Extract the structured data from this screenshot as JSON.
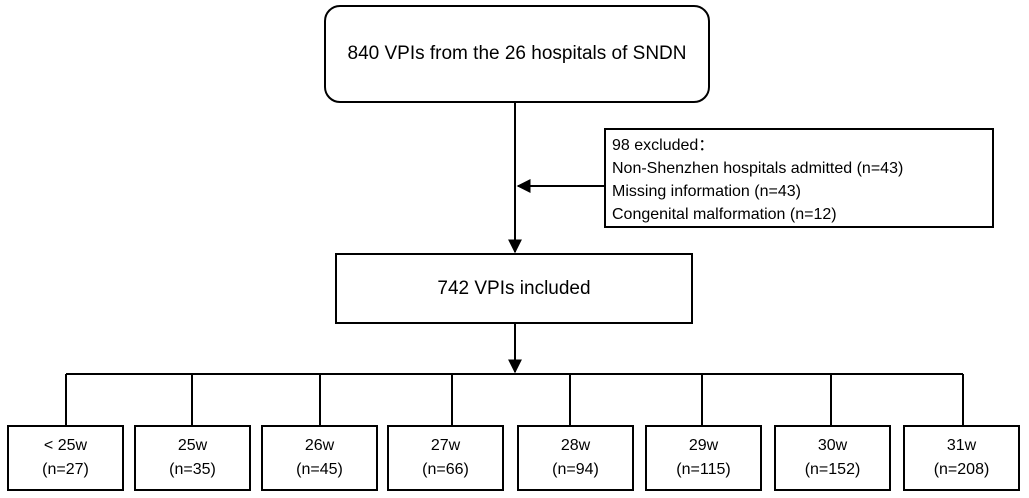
{
  "top_box": {
    "text": "840 VPIs from the 26 hospitals of SNDN"
  },
  "excluded": {
    "title": "98 excluded：",
    "items": [
      "Non-Shenzhen hospitals admitted (n=43)",
      "Missing information (n=43)",
      "Congenital malformation (n=12)"
    ]
  },
  "included_box": {
    "text": "742 VPIs included"
  },
  "groups": [
    {
      "week": "< 25w",
      "n": "(n=27)"
    },
    {
      "week": "25w",
      "n": "(n=35)"
    },
    {
      "week": "26w",
      "n": "(n=45)"
    },
    {
      "week": "27w",
      "n": "(n=66)"
    },
    {
      "week": "28w",
      "n": "(n=94)"
    },
    {
      "week": "29w",
      "n": "(n=115)"
    },
    {
      "week": "30w",
      "n": "(n=152)"
    },
    {
      "week": "31w",
      "n": "(n=208)"
    }
  ]
}
